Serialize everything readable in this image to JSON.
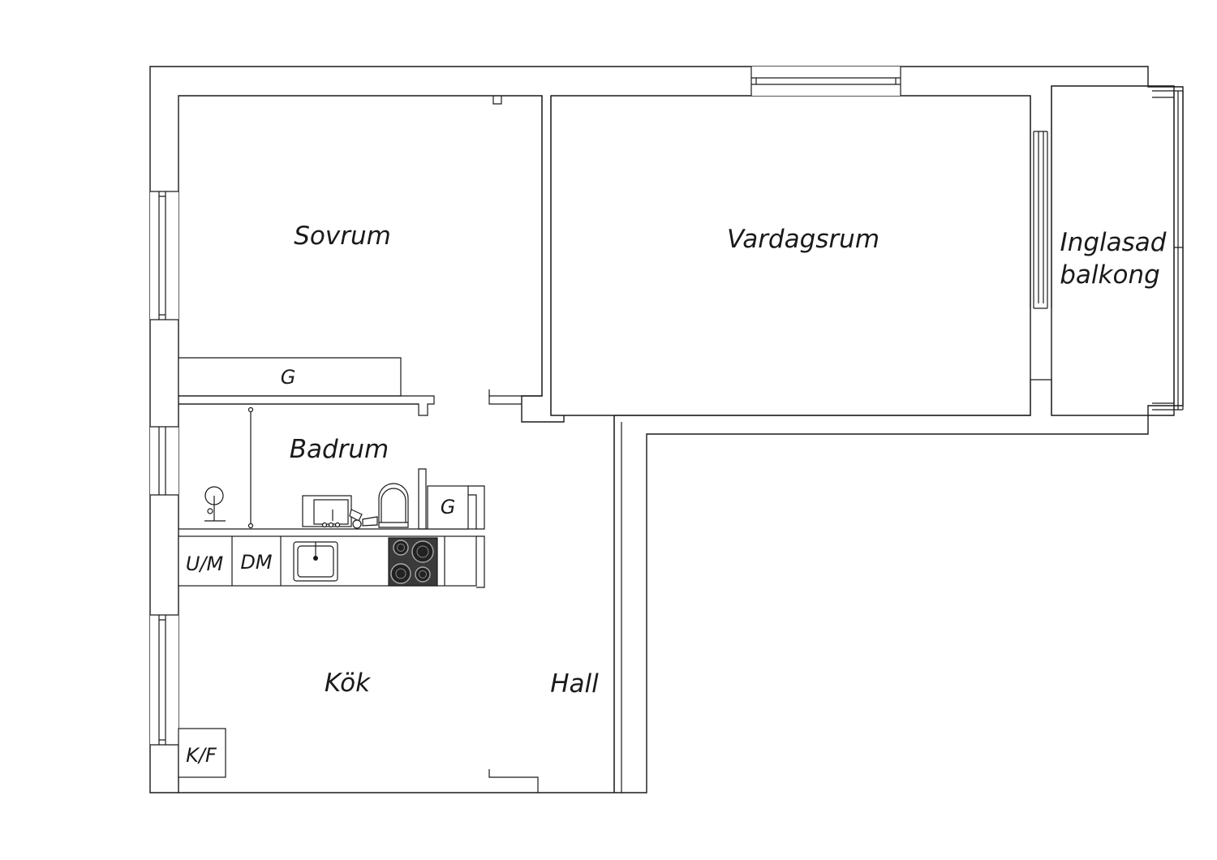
{
  "rooms": {
    "sovrum": "Sovrum",
    "vardagsrum": "Vardagsrum",
    "balkong_line1": "Inglasad",
    "balkong_line2": "balkong",
    "badrum": "Badrum",
    "kok": "Kök",
    "hall": "Hall"
  },
  "fixtures": {
    "wardrobe_bedroom": "G",
    "wardrobe_bathroom": "G",
    "washer_dryer": "U/M",
    "dishwasher": "DM",
    "fridge_freezer": "K/F"
  }
}
